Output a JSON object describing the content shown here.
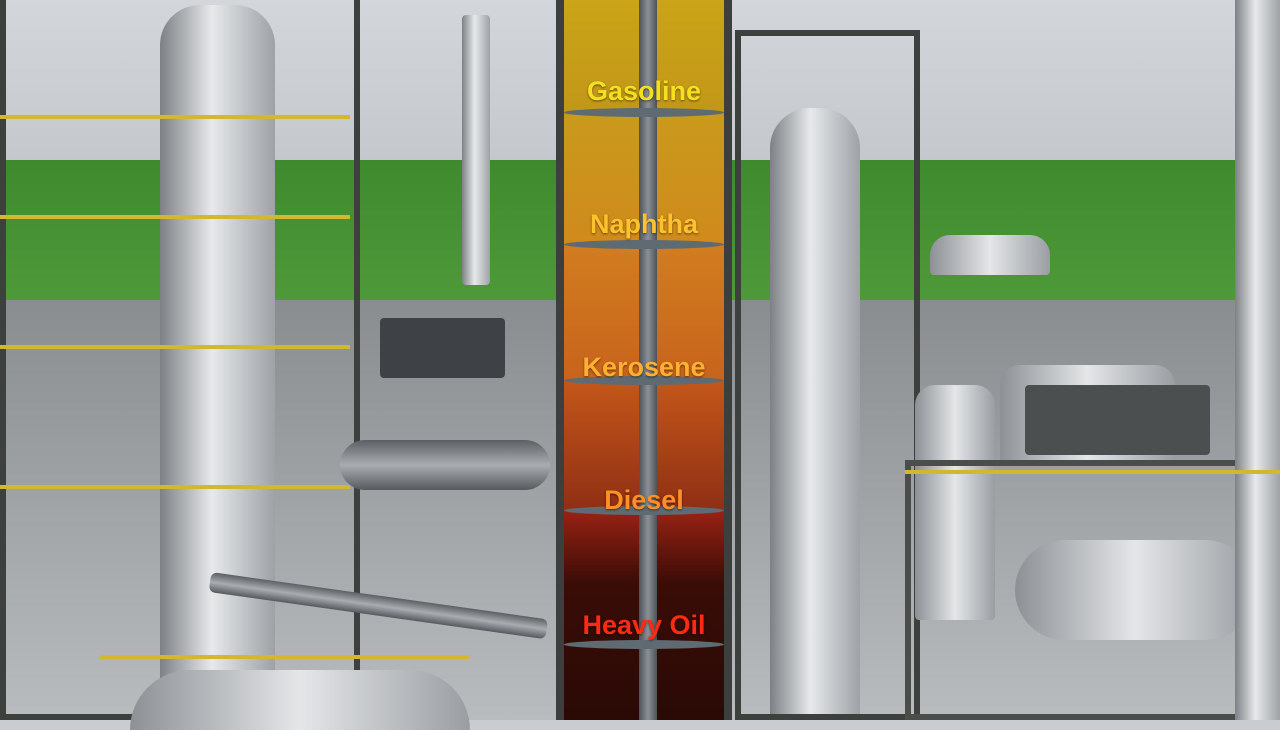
{
  "scene": "Oil refinery fractional distillation column",
  "column": {
    "fractions": [
      {
        "label": "Gasoline",
        "color": "#f5e020",
        "fill": "#c7a019"
      },
      {
        "label": "Naphtha",
        "color": "#ffc22e",
        "fill": "#d08a1c"
      },
      {
        "label": "Kerosene",
        "color": "#ffb030",
        "fill": "#c8631c"
      },
      {
        "label": "Diesel",
        "color": "#ff9028",
        "fill": "#8f2f14"
      },
      {
        "label": "Heavy Oil",
        "color": "#ff2a14",
        "fill": "#3a0c06"
      }
    ]
  },
  "colors": {
    "sky": "#c9cdd2",
    "grass": "#4a9436",
    "steel": "#3d403c",
    "railing": "#d2b82e"
  }
}
